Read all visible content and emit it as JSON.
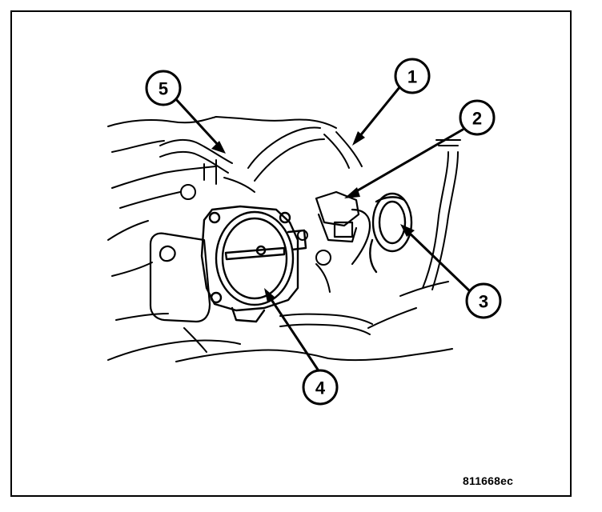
{
  "callouts": [
    {
      "id": "1",
      "label": "1"
    },
    {
      "id": "2",
      "label": "2"
    },
    {
      "id": "3",
      "label": "3"
    },
    {
      "id": "4",
      "label": "4"
    },
    {
      "id": "5",
      "label": "5"
    }
  ],
  "figure_code": "811668ec",
  "colors": {
    "ink": "#000000",
    "paper": "#ffffff"
  }
}
